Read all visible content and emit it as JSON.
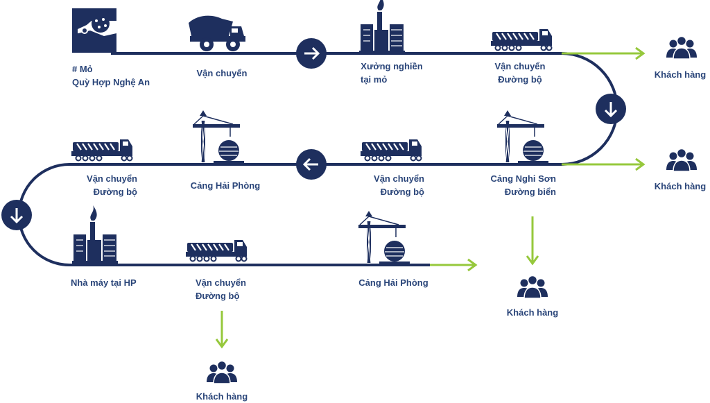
{
  "colors": {
    "navy": "#1e2f5e",
    "label": "#2a4579",
    "green": "#96c83c",
    "white": "#ffffff"
  },
  "stations": {
    "mine": {
      "line1": "# Mỏ",
      "line2": "Quỳ Hợp Nghệ An",
      "icon": "mine-icon"
    },
    "transport1": {
      "line1": "Vận chuyển",
      "icon": "dump-truck-icon"
    },
    "crusher": {
      "line1": "Xưởng nghiền",
      "line2": "tại mỏ",
      "icon": "factory-icon"
    },
    "transport2": {
      "line1": "Vận chuyển",
      "line2": "Đường bộ",
      "icon": "truck-icon"
    },
    "nghi_son": {
      "line1": "Cảng Nghi Sơn",
      "line2": "Đường biển",
      "icon": "port-crane-icon"
    },
    "transport3": {
      "line1": "Vận chuyển",
      "line2": "Đường bộ",
      "icon": "truck-icon"
    },
    "hai_phong1": {
      "line1": "Cảng Hải Phòng",
      "icon": "port-crane-icon"
    },
    "transport4": {
      "line1": "Vận chuyển",
      "line2": "Đường bộ",
      "icon": "truck-icon"
    },
    "hp_factory": {
      "line1": "Nhà máy tại HP",
      "icon": "factory-icon"
    },
    "transport5": {
      "line1": "Vận chuyển",
      "line2": "Đường bộ",
      "icon": "truck-icon"
    },
    "hai_phong2": {
      "line1": "Cảng Hải Phòng",
      "icon": "port-crane-icon"
    }
  },
  "customers": [
    {
      "label": "Khách hàng",
      "icon": "customers-icon"
    },
    {
      "label": "Khách hàng",
      "icon": "customers-icon"
    },
    {
      "label": "Khách hàng",
      "icon": "customers-icon"
    },
    {
      "label": "Khách hàng",
      "icon": "customers-icon"
    }
  ],
  "direction_icons": [
    "arrow-right-icon",
    "arrow-down-icon",
    "arrow-left-icon",
    "arrow-down-icon"
  ]
}
